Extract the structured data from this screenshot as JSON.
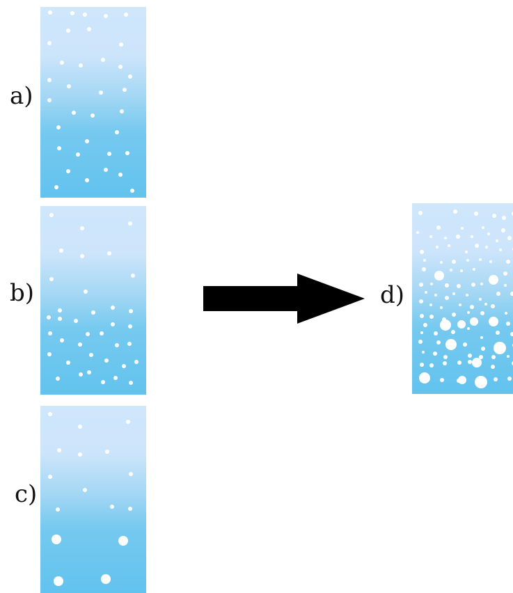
{
  "labels": {
    "a": "a)",
    "b": "b)",
    "c": "c)",
    "d": "d)"
  },
  "colors": {
    "panel_top": "#cfe6fb",
    "panel_bottom": "#62c3ee",
    "bubble": "#ffffff",
    "arrow": "#000000"
  },
  "bubble_sets": {
    "a": [
      [
        14,
        8,
        3
      ],
      [
        46,
        9,
        3
      ],
      [
        64,
        11,
        3
      ],
      [
        94,
        13,
        3
      ],
      [
        123,
        11,
        3
      ],
      [
        40,
        34,
        3
      ],
      [
        70,
        32,
        3
      ],
      [
        13,
        52,
        3
      ],
      [
        116,
        54,
        3
      ],
      [
        31,
        80,
        3
      ],
      [
        58,
        84,
        3
      ],
      [
        90,
        76,
        3
      ],
      [
        115,
        86,
        3
      ],
      [
        13,
        105,
        3
      ],
      [
        41,
        114,
        3
      ],
      [
        87,
        123,
        3
      ],
      [
        121,
        119,
        3
      ],
      [
        129,
        100,
        3
      ],
      [
        13,
        134,
        3
      ],
      [
        48,
        152,
        3
      ],
      [
        75,
        156,
        3
      ],
      [
        117,
        150,
        3
      ],
      [
        26,
        173,
        3
      ],
      [
        110,
        180,
        3
      ],
      [
        67,
        193,
        3
      ],
      [
        54,
        212,
        3
      ],
      [
        27,
        203,
        3
      ],
      [
        99,
        211,
        3
      ],
      [
        125,
        210,
        3
      ],
      [
        40,
        236,
        3
      ],
      [
        94,
        234,
        3
      ],
      [
        115,
        241,
        3
      ],
      [
        67,
        249,
        3
      ],
      [
        23,
        259,
        3
      ],
      [
        132,
        264,
        3
      ]
    ],
    "b": [
      [
        16,
        13,
        3
      ],
      [
        60,
        32,
        3
      ],
      [
        129,
        25,
        3
      ],
      [
        30,
        64,
        3
      ],
      [
        60,
        72,
        3
      ],
      [
        99,
        68,
        3
      ],
      [
        16,
        105,
        3
      ],
      [
        65,
        123,
        3
      ],
      [
        133,
        100,
        3
      ],
      [
        12,
        160,
        3
      ],
      [
        28,
        150,
        3
      ],
      [
        28,
        162,
        3
      ],
      [
        51,
        165,
        3
      ],
      [
        76,
        153,
        3
      ],
      [
        104,
        146,
        3
      ],
      [
        130,
        151,
        3
      ],
      [
        14,
        183,
        3
      ],
      [
        31,
        193,
        3
      ],
      [
        57,
        199,
        3
      ],
      [
        68,
        184,
        3
      ],
      [
        88,
        183,
        3
      ],
      [
        104,
        170,
        3
      ],
      [
        129,
        173,
        3
      ],
      [
        13,
        213,
        3
      ],
      [
        40,
        225,
        3
      ],
      [
        73,
        214,
        3
      ],
      [
        110,
        200,
        3
      ],
      [
        128,
        198,
        3
      ],
      [
        95,
        222,
        3
      ],
      [
        120,
        230,
        3
      ],
      [
        138,
        224,
        3
      ],
      [
        58,
        242,
        3
      ],
      [
        70,
        239,
        3
      ],
      [
        25,
        248,
        3
      ],
      [
        90,
        253,
        3
      ],
      [
        108,
        247,
        3
      ],
      [
        130,
        254,
        3
      ]
    ],
    "c": [
      [
        14,
        12,
        3
      ],
      [
        57,
        30,
        3
      ],
      [
        126,
        23,
        3
      ],
      [
        27,
        64,
        3
      ],
      [
        57,
        70,
        3
      ],
      [
        96,
        66,
        3
      ],
      [
        14,
        102,
        3
      ],
      [
        64,
        121,
        3
      ],
      [
        130,
        98,
        3
      ],
      [
        25,
        149,
        3
      ],
      [
        103,
        145,
        3
      ],
      [
        129,
        148,
        3
      ],
      [
        23,
        192,
        7
      ],
      [
        119,
        194,
        7
      ],
      [
        26,
        252,
        7
      ],
      [
        94,
        249,
        7
      ]
    ],
    "d": [
      [
        12,
        14,
        3
      ],
      [
        62,
        12,
        3
      ],
      [
        92,
        15,
        3
      ],
      [
        118,
        18,
        3
      ],
      [
        132,
        21,
        3
      ],
      [
        146,
        15,
        3
      ],
      [
        38,
        35,
        3
      ],
      [
        72,
        36,
        2
      ],
      [
        102,
        35,
        2
      ],
      [
        110,
        44,
        2
      ],
      [
        131,
        39,
        3
      ],
      [
        8,
        42,
        2
      ],
      [
        27,
        48,
        2
      ],
      [
        48,
        50,
        2
      ],
      [
        66,
        48,
        3
      ],
      [
        86,
        48,
        2
      ],
      [
        122,
        54,
        2
      ],
      [
        140,
        50,
        3
      ],
      [
        36,
        63,
        2
      ],
      [
        53,
        61,
        2
      ],
      [
        93,
        61,
        3
      ],
      [
        107,
        63,
        2
      ],
      [
        127,
        67,
        2
      ],
      [
        146,
        66,
        2
      ],
      [
        14,
        70,
        3
      ],
      [
        78,
        70,
        2
      ],
      [
        18,
        82,
        2
      ],
      [
        42,
        85,
        2
      ],
      [
        60,
        84,
        3
      ],
      [
        80,
        82,
        2
      ],
      [
        98,
        81,
        2
      ],
      [
        113,
        84,
        2
      ],
      [
        138,
        84,
        3
      ],
      [
        17,
        95,
        3
      ],
      [
        39,
        104,
        7
      ],
      [
        56,
        96,
        2
      ],
      [
        71,
        97,
        2
      ],
      [
        89,
        95,
        2
      ],
      [
        117,
        110,
        7
      ],
      [
        134,
        101,
        3
      ],
      [
        149,
        94,
        2
      ],
      [
        13,
        117,
        3
      ],
      [
        28,
        116,
        2
      ],
      [
        50,
        118,
        3
      ],
      [
        67,
        119,
        3
      ],
      [
        88,
        117,
        3
      ],
      [
        100,
        116,
        2
      ],
      [
        134,
        118,
        2
      ],
      [
        149,
        123,
        3
      ],
      [
        20,
        128,
        2
      ],
      [
        34,
        132,
        2
      ],
      [
        50,
        136,
        3
      ],
      [
        60,
        130,
        2
      ],
      [
        79,
        132,
        2
      ],
      [
        98,
        138,
        2
      ],
      [
        124,
        130,
        3
      ],
      [
        144,
        130,
        3
      ],
      [
        13,
        141,
        3
      ],
      [
        27,
        146,
        2
      ],
      [
        42,
        150,
        2
      ],
      [
        69,
        146,
        2
      ],
      [
        86,
        149,
        3
      ],
      [
        106,
        145,
        2
      ],
      [
        116,
        148,
        3
      ],
      [
        150,
        143,
        2
      ],
      [
        14,
        162,
        3
      ],
      [
        28,
        163,
        3
      ],
      [
        46,
        167,
        3
      ],
      [
        60,
        160,
        3
      ],
      [
        81,
        157,
        2
      ],
      [
        101,
        158,
        3
      ],
      [
        135,
        158,
        2
      ],
      [
        148,
        161,
        3
      ],
      [
        19,
        175,
        3
      ],
      [
        48,
        175,
        8
      ],
      [
        71,
        174,
        6
      ],
      [
        89,
        170,
        6
      ],
      [
        117,
        170,
        7
      ],
      [
        138,
        173,
        3
      ],
      [
        14,
        186,
        2
      ],
      [
        34,
        187,
        3
      ],
      [
        59,
        185,
        3
      ],
      [
        81,
        180,
        2
      ],
      [
        100,
        193,
        2
      ],
      [
        123,
        186,
        3
      ],
      [
        144,
        188,
        3
      ],
      [
        12,
        199,
        3
      ],
      [
        38,
        200,
        3
      ],
      [
        56,
        203,
        8
      ],
      [
        76,
        203,
        3
      ],
      [
        102,
        209,
        3
      ],
      [
        126,
        208,
        9
      ],
      [
        147,
        204,
        3
      ],
      [
        16,
        214,
        2
      ],
      [
        33,
        216,
        3
      ],
      [
        48,
        221,
        3
      ],
      [
        83,
        219,
        3
      ],
      [
        99,
        221,
        3
      ],
      [
        117,
        221,
        3
      ],
      [
        138,
        220,
        2
      ],
      [
        14,
        232,
        3
      ],
      [
        28,
        233,
        3
      ],
      [
        47,
        230,
        3
      ],
      [
        68,
        229,
        3
      ],
      [
        83,
        228,
        3
      ],
      [
        93,
        229,
        7
      ],
      [
        116,
        235,
        3
      ],
      [
        146,
        230,
        3
      ],
      [
        18,
        251,
        8
      ],
      [
        43,
        254,
        3
      ],
      [
        67,
        255,
        3
      ],
      [
        72,
        254,
        6
      ],
      [
        99,
        257,
        9
      ],
      [
        120,
        253,
        3
      ],
      [
        140,
        252,
        3
      ]
    ]
  }
}
